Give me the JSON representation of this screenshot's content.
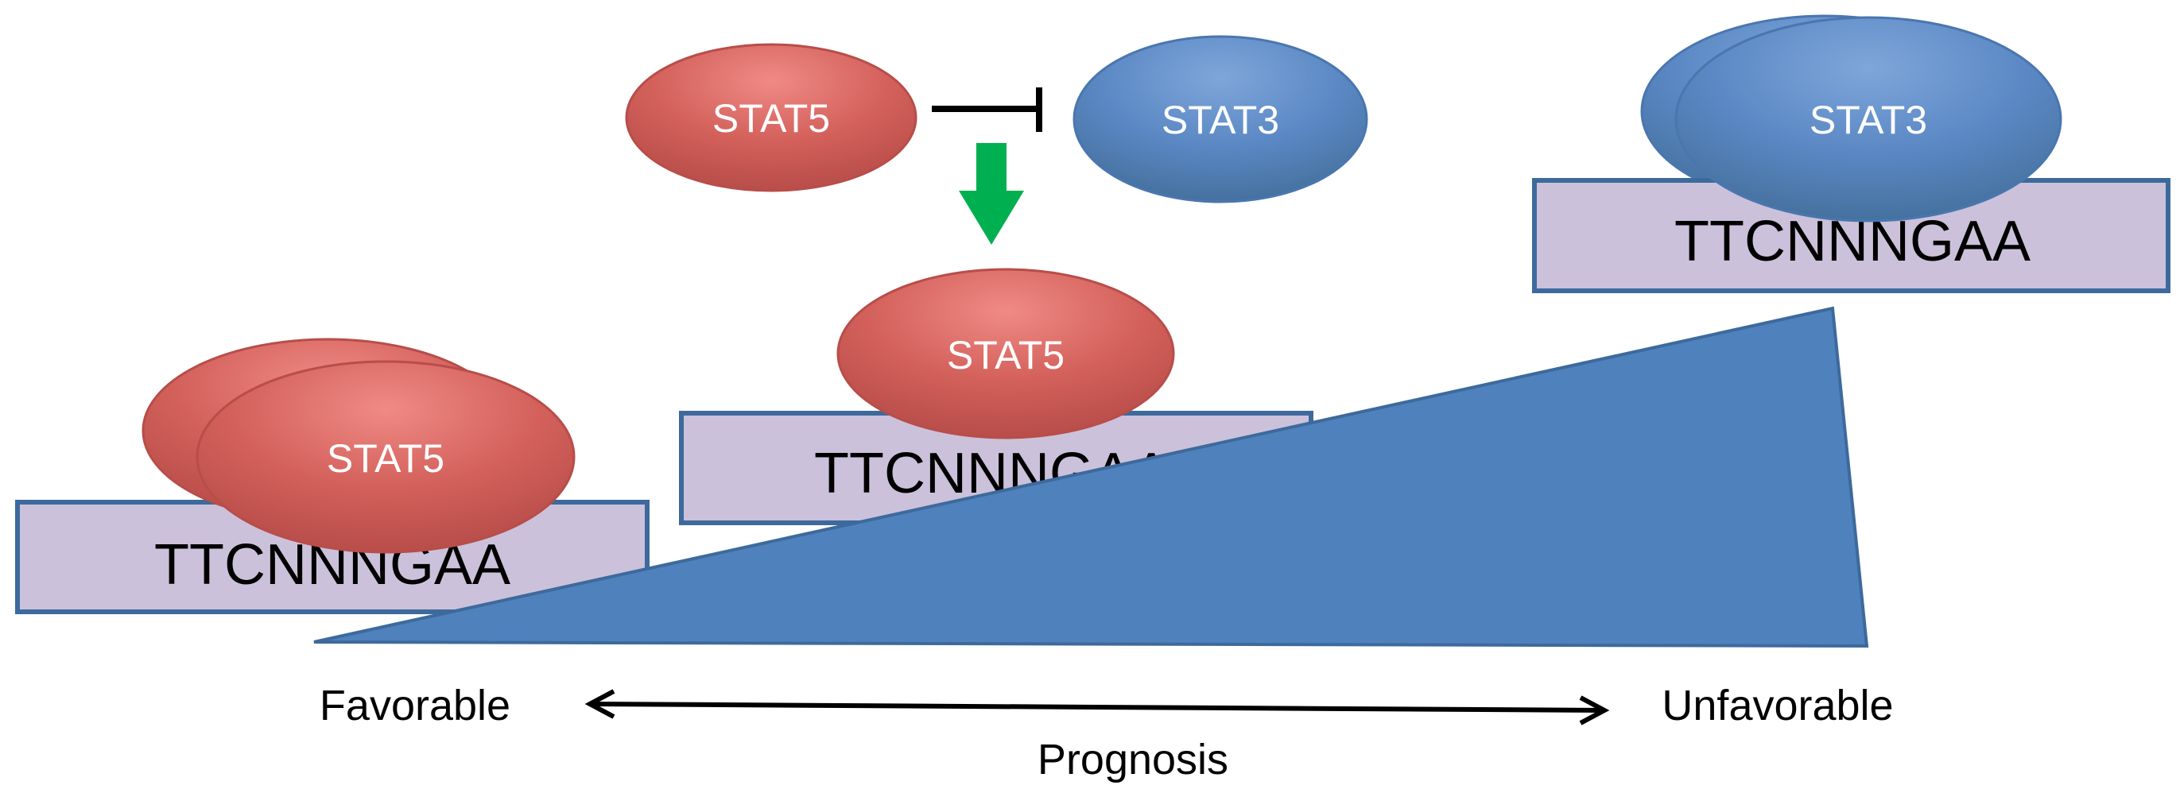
{
  "colors": {
    "stat5_fill": "#cd5b57",
    "stat5_stroke": "#b84d49",
    "stat3_fill": "#5b88c4",
    "stat3_stroke": "#4a76b0",
    "dna_fill": "#ccc1da",
    "dna_stroke": "#3d6a9c",
    "triangle_fill": "#4f81bd",
    "triangle_stroke": "#3d6a9c",
    "green_arrow": "#00b050",
    "axis": "#000000"
  },
  "top": {
    "stat5_label": "STAT5",
    "stat3_label": "STAT3",
    "inhibits_icon": "inhibition-bar-arrow",
    "activates_icon": "green-down-arrow"
  },
  "left_complex": {
    "stat5_back_label": "",
    "stat5_front_label": "STAT5",
    "dna_label": "TTCNNNGAA"
  },
  "middle_complex": {
    "stat5_label": "STAT5",
    "dna_label": "TTCNNNGAA"
  },
  "right_complex": {
    "stat3_front_label": "STAT3",
    "dna_label": "TTCNNNGAA"
  },
  "axis": {
    "left_label": "Favorable",
    "right_label": "Unfavorable",
    "title": "Prognosis"
  }
}
